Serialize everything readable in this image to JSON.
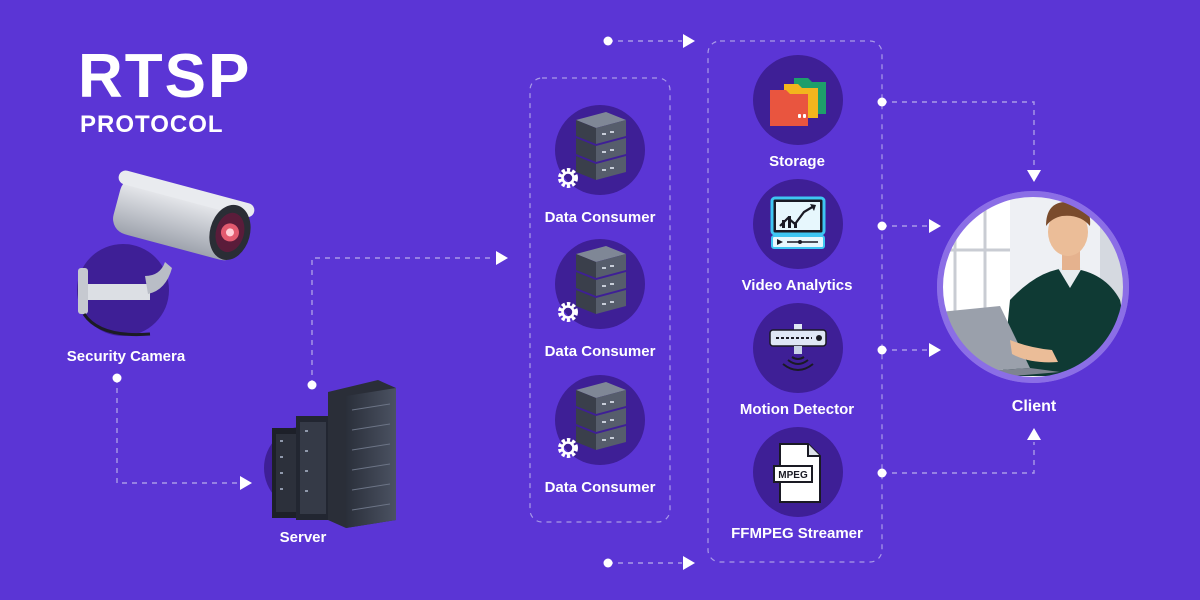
{
  "title": {
    "main": "RTSP",
    "sub": "PROTOCOL"
  },
  "nodes": {
    "camera": {
      "label": "Security Camera"
    },
    "server": {
      "label": "Server"
    },
    "consumers": [
      {
        "label": "Data Consumer"
      },
      {
        "label": "Data Consumer"
      },
      {
        "label": "Data Consumer"
      }
    ],
    "services": [
      {
        "label": "Storage"
      },
      {
        "label": "Video Analytics"
      },
      {
        "label": "Motion Detector"
      },
      {
        "label": "FFMPEG Streamer",
        "icon_text": "MPEG"
      }
    ],
    "client": {
      "label": "Client"
    }
  },
  "colors": {
    "background": "#5b35d5",
    "circle": "#3e1f96",
    "connector": "#a99ae8",
    "label": "#ffffff"
  }
}
